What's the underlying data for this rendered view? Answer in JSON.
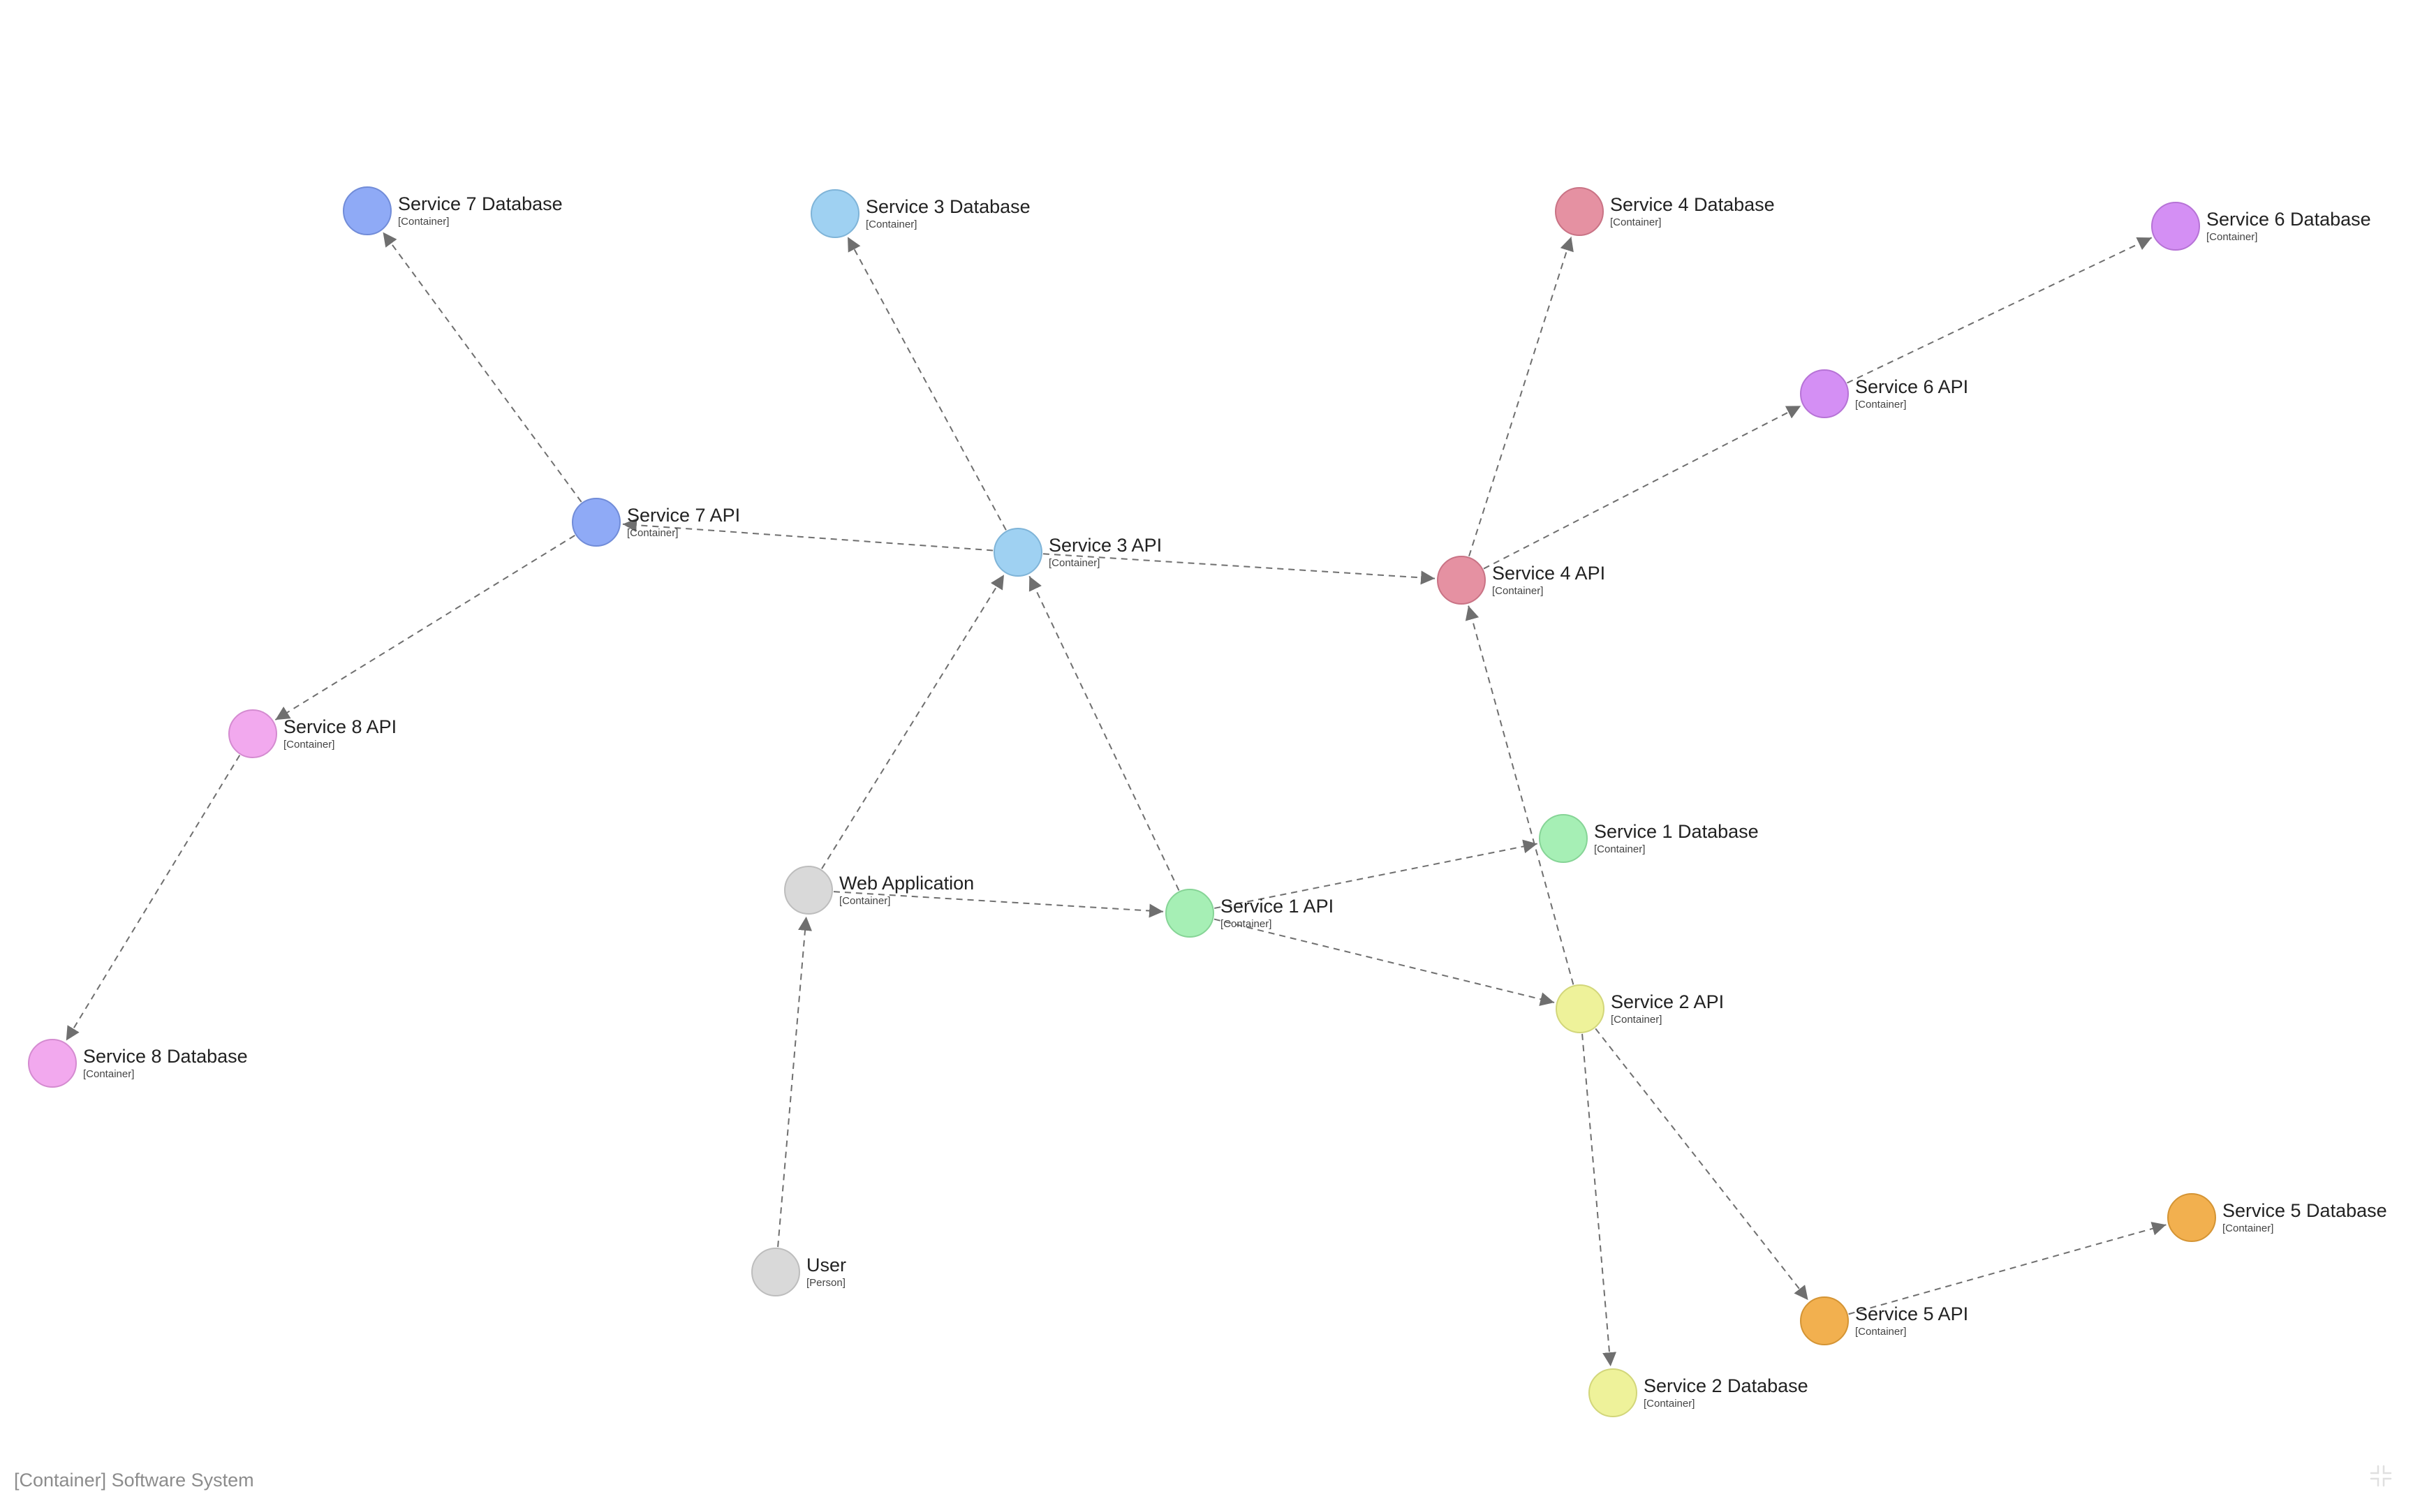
{
  "footer": {
    "label": "[Container] Software System"
  },
  "controls": {
    "fit_icon": "fit-to-screen-icon"
  },
  "colors": {
    "edge": "#6f6f6f",
    "gray": "#d9d9d9",
    "green": "#a6efb5",
    "yellow": "#eef29a",
    "sky": "#9fd1f2",
    "rose": "#e591a2",
    "orange": "#f2b04f",
    "violet": "#d48ff4",
    "periwinkle": "#8faaf6",
    "pink": "#f2a9ee"
  },
  "nodes": [
    {
      "id": "user",
      "name": "User",
      "type": "[Person]",
      "color": "#d9d9d9",
      "stroke": "#bdbdbd"
    },
    {
      "id": "webapp",
      "name": "Web Application",
      "type": "[Container]",
      "color": "#d9d9d9",
      "stroke": "#bdbdbd"
    },
    {
      "id": "s1api",
      "name": "Service 1 API",
      "type": "[Container]",
      "color": "#a6efb5",
      "stroke": "#86d496"
    },
    {
      "id": "s1db",
      "name": "Service 1 Database",
      "type": "[Container]",
      "color": "#a6efb5",
      "stroke": "#86d496"
    },
    {
      "id": "s2api",
      "name": "Service 2 API",
      "type": "[Container]",
      "color": "#eef29a",
      "stroke": "#d2d67a"
    },
    {
      "id": "s2db",
      "name": "Service 2 Database",
      "type": "[Container]",
      "color": "#eef29a",
      "stroke": "#d2d67a"
    },
    {
      "id": "s3api",
      "name": "Service 3 API",
      "type": "[Container]",
      "color": "#9fd1f2",
      "stroke": "#7fb4d8"
    },
    {
      "id": "s3db",
      "name": "Service 3 Database",
      "type": "[Container]",
      "color": "#9fd1f2",
      "stroke": "#7fb4d8"
    },
    {
      "id": "s4api",
      "name": "Service 4 API",
      "type": "[Container]",
      "color": "#e591a2",
      "stroke": "#c97385"
    },
    {
      "id": "s4db",
      "name": "Service 4 Database",
      "type": "[Container]",
      "color": "#e591a2",
      "stroke": "#c97385"
    },
    {
      "id": "s5api",
      "name": "Service 5 API",
      "type": "[Container]",
      "color": "#f2b04f",
      "stroke": "#d49434"
    },
    {
      "id": "s5db",
      "name": "Service 5 Database",
      "type": "[Container]",
      "color": "#f2b04f",
      "stroke": "#d49434"
    },
    {
      "id": "s6api",
      "name": "Service 6 API",
      "type": "[Container]",
      "color": "#d48ff4",
      "stroke": "#b673d6"
    },
    {
      "id": "s6db",
      "name": "Service 6 Database",
      "type": "[Container]",
      "color": "#d48ff4",
      "stroke": "#b673d6"
    },
    {
      "id": "s7api",
      "name": "Service 7 API",
      "type": "[Container]",
      "color": "#8faaf6",
      "stroke": "#718cd8"
    },
    {
      "id": "s7db",
      "name": "Service 7 Database",
      "type": "[Container]",
      "color": "#8faaf6",
      "stroke": "#718cd8"
    },
    {
      "id": "s8api",
      "name": "Service 8 API",
      "type": "[Container]",
      "color": "#f2a9ee",
      "stroke": "#d48bd0"
    },
    {
      "id": "s8db",
      "name": "Service 8 Database",
      "type": "[Container]",
      "color": "#f2a9ee",
      "stroke": "#d48bd0"
    }
  ],
  "edges": [
    {
      "from": "user",
      "to": "webapp"
    },
    {
      "from": "webapp",
      "to": "s1api"
    },
    {
      "from": "webapp",
      "to": "s3api"
    },
    {
      "from": "s1api",
      "to": "s3api"
    },
    {
      "from": "s1api",
      "to": "s1db"
    },
    {
      "from": "s1api",
      "to": "s2api"
    },
    {
      "from": "s2api",
      "to": "s4api"
    },
    {
      "from": "s2api",
      "to": "s2db"
    },
    {
      "from": "s2api",
      "to": "s5api"
    },
    {
      "from": "s5api",
      "to": "s5db"
    },
    {
      "from": "s3api",
      "to": "s3db"
    },
    {
      "from": "s3api",
      "to": "s4api"
    },
    {
      "from": "s3api",
      "to": "s7api"
    },
    {
      "from": "s4api",
      "to": "s4db"
    },
    {
      "from": "s4api",
      "to": "s6api"
    },
    {
      "from": "s6api",
      "to": "s6db"
    },
    {
      "from": "s7api",
      "to": "s7db"
    },
    {
      "from": "s7api",
      "to": "s8api"
    },
    {
      "from": "s8api",
      "to": "s8db"
    }
  ]
}
